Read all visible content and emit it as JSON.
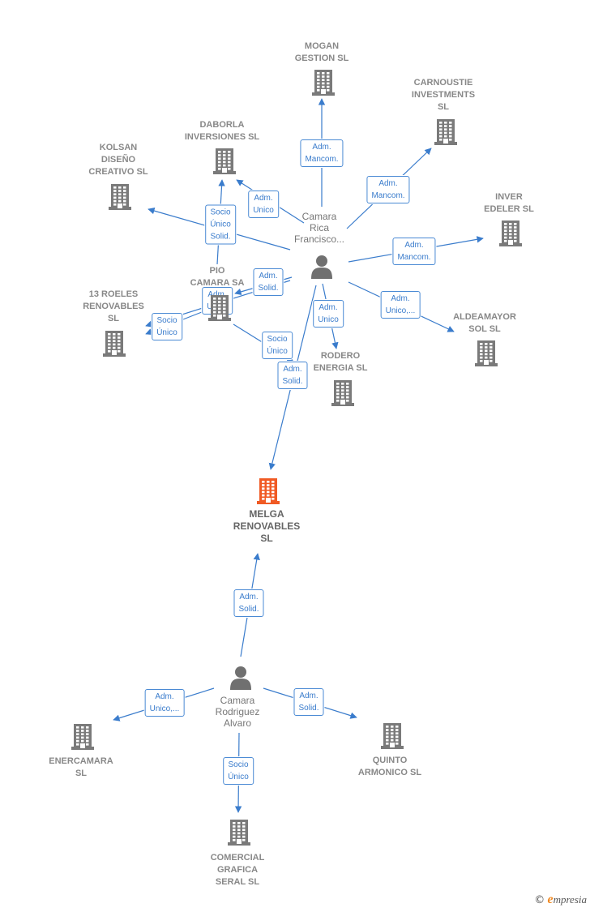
{
  "colors": {
    "edge": "#3a7ccc",
    "building": "#7a7a7a",
    "building_main": "#f05a24",
    "person": "#707070"
  },
  "companies": [
    {
      "id": "mogan",
      "name": "MOGAN\nGESTION SL",
      "main": false
    },
    {
      "id": "carnoustie",
      "name": "CARNOUSTIE\nINVESTMENTS\nSL",
      "main": false
    },
    {
      "id": "daborla",
      "name": "DABORLA\nINVERSIONES SL",
      "main": false
    },
    {
      "id": "kolsan",
      "name": "KOLSAN\nDISEÑO\nCREATIVO SL",
      "main": false
    },
    {
      "id": "inver",
      "name": "INVER\nEDELER SL",
      "main": false
    },
    {
      "id": "pio",
      "name": "PIO\nCAMARA SA",
      "main": false
    },
    {
      "id": "roeles",
      "name": "13 ROELES\nRENOVABLES\nSL",
      "main": false
    },
    {
      "id": "aldeamayor",
      "name": "ALDEAMAYOR\nSOL SL",
      "main": false
    },
    {
      "id": "rodero",
      "name": "RODERO\nENERGIA SL",
      "main": false
    },
    {
      "id": "melga",
      "name": "MELGA\nRENOVABLES\nSL",
      "main": true
    },
    {
      "id": "enercamara",
      "name": "ENERCAMARA\nSL",
      "main": false
    },
    {
      "id": "quinto",
      "name": "QUINTO\nARMONICO SL",
      "main": false
    },
    {
      "id": "comercial",
      "name": "COMERCIAL\nGRAFICA\nSERAL SL",
      "main": false
    }
  ],
  "people": [
    {
      "id": "francisco",
      "name": "Camara\nRica\nFrancisco..."
    },
    {
      "id": "alvaro",
      "name": "Camara\nRodriguez\nAlvaro"
    }
  ],
  "relations": [
    {
      "id": "r-mogan",
      "from": "francisco",
      "to": "mogan",
      "label": "Adm.\nMancom."
    },
    {
      "id": "r-carnoustie",
      "from": "francisco",
      "to": "carnoustie",
      "label": "Adm.\nMancom."
    },
    {
      "id": "r-daborla-adm",
      "from": "francisco",
      "to": "daborla",
      "label": "Adm.\nUnico"
    },
    {
      "id": "r-daborla-socio",
      "from": "pio",
      "to": "daborla",
      "label": "Socio\nÚnico\nSolid."
    },
    {
      "id": "r-kolsan",
      "from": "francisco",
      "to": "kolsan",
      "label": ""
    },
    {
      "id": "r-inver",
      "from": "francisco",
      "to": "inver",
      "label": "Adm.\nMancom."
    },
    {
      "id": "r-pio",
      "from": "francisco",
      "to": "pio",
      "label": "Adm.\nSolid."
    },
    {
      "id": "r-roeles-adm",
      "from": "francisco",
      "to": "roeles",
      "label": "Adm.\nUnico"
    },
    {
      "id": "r-roeles-socio",
      "from": "pio",
      "to": "roeles",
      "label": "Socio\nÚnico"
    },
    {
      "id": "r-aldeamayor",
      "from": "francisco",
      "to": "aldeamayor",
      "label": "Adm.\nUnico,..."
    },
    {
      "id": "r-rodero",
      "from": "francisco",
      "to": "rodero",
      "label": "Adm.\nUnico"
    },
    {
      "id": "r-melga-socio",
      "from": "pio",
      "to": "melga",
      "label": "Socio\nÚnico"
    },
    {
      "id": "r-melga-adm1",
      "from": "francisco",
      "to": "melga",
      "label": "Adm.\nSolid."
    },
    {
      "id": "r-melga-adm2",
      "from": "alvaro",
      "to": "melga",
      "label": "Adm.\nSolid."
    },
    {
      "id": "r-enercamara",
      "from": "alvaro",
      "to": "enercamara",
      "label": "Adm.\nUnico,..."
    },
    {
      "id": "r-quinto",
      "from": "alvaro",
      "to": "quinto",
      "label": "Adm.\nSolid."
    },
    {
      "id": "r-comercial",
      "from": "alvaro",
      "to": "comercial",
      "label": "Socio\nÚnico"
    }
  ],
  "footer": {
    "copyright": "©",
    "brand_initial": "e",
    "brand_rest": "mpresia"
  }
}
